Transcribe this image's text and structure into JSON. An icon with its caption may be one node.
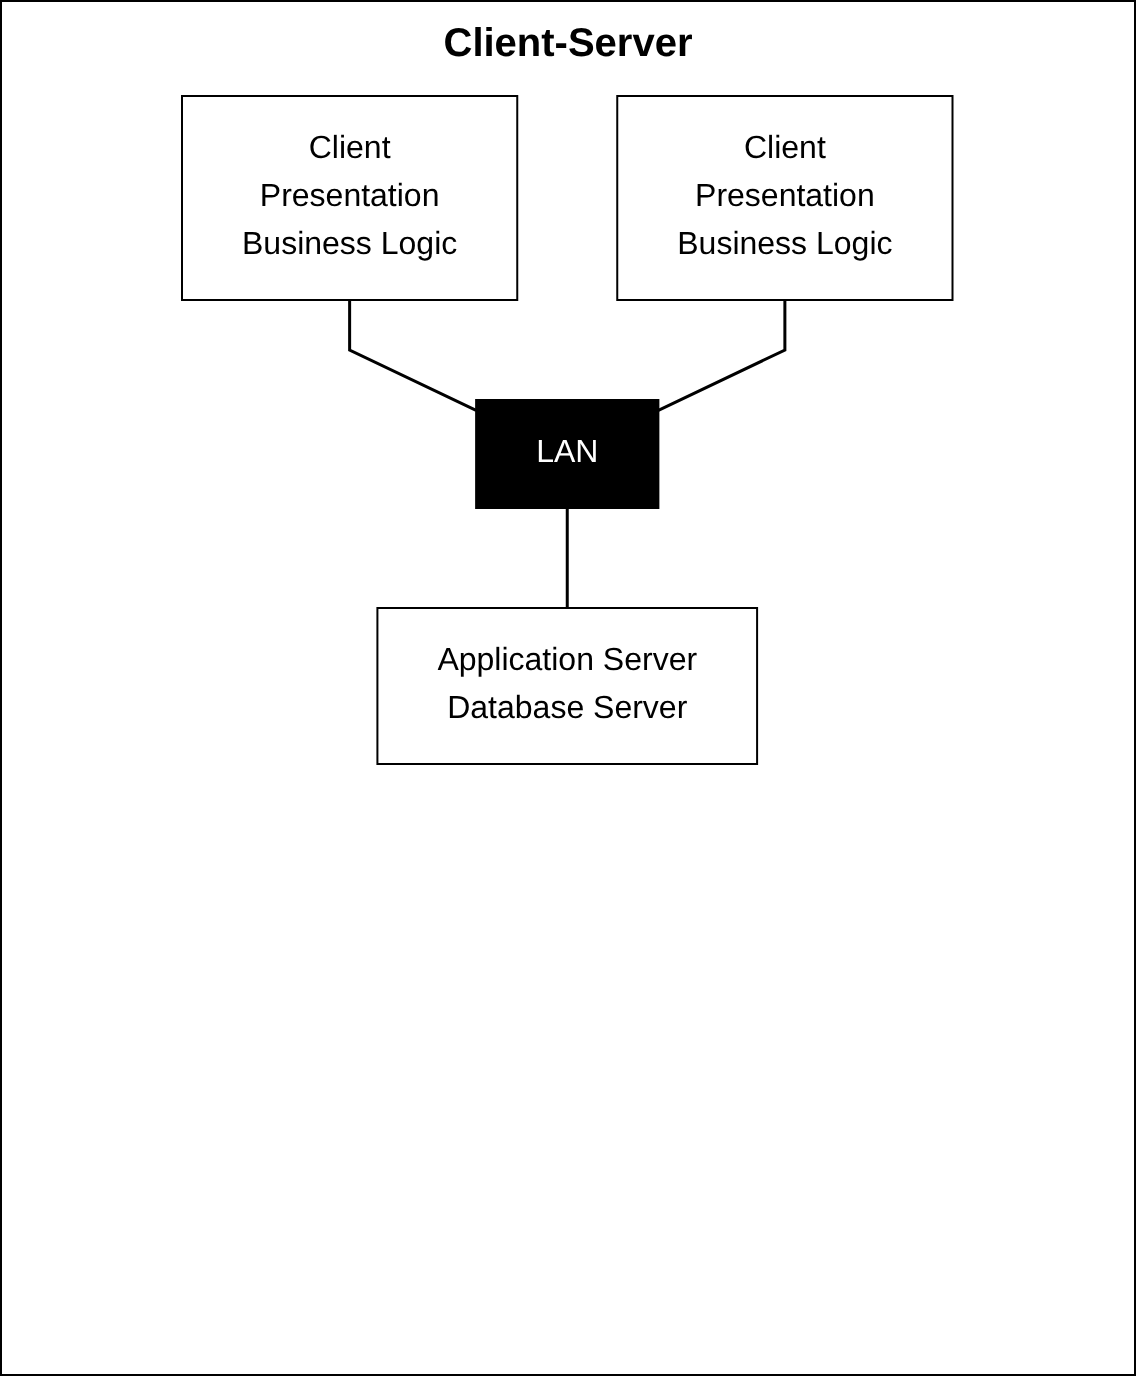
{
  "diagram": {
    "title": "Client-Server",
    "nodes": [
      {
        "text": [
          "Client",
          "Presentation",
          "Business Logic"
        ]
      },
      {
        "text": [
          "Client",
          "Presentation",
          "Business Logic"
        ]
      },
      {
        "text": [
          "LAN"
        ]
      },
      {
        "text": [
          "Application Server",
          "Database Server"
        ]
      }
    ],
    "edges": [
      {
        "from": 0,
        "to": 2,
        "arrow": "none"
      },
      {
        "from": 1,
        "to": 2,
        "arrow": "none"
      },
      {
        "from": 2,
        "to": 3,
        "arrow": "none"
      }
    ]
  }
}
